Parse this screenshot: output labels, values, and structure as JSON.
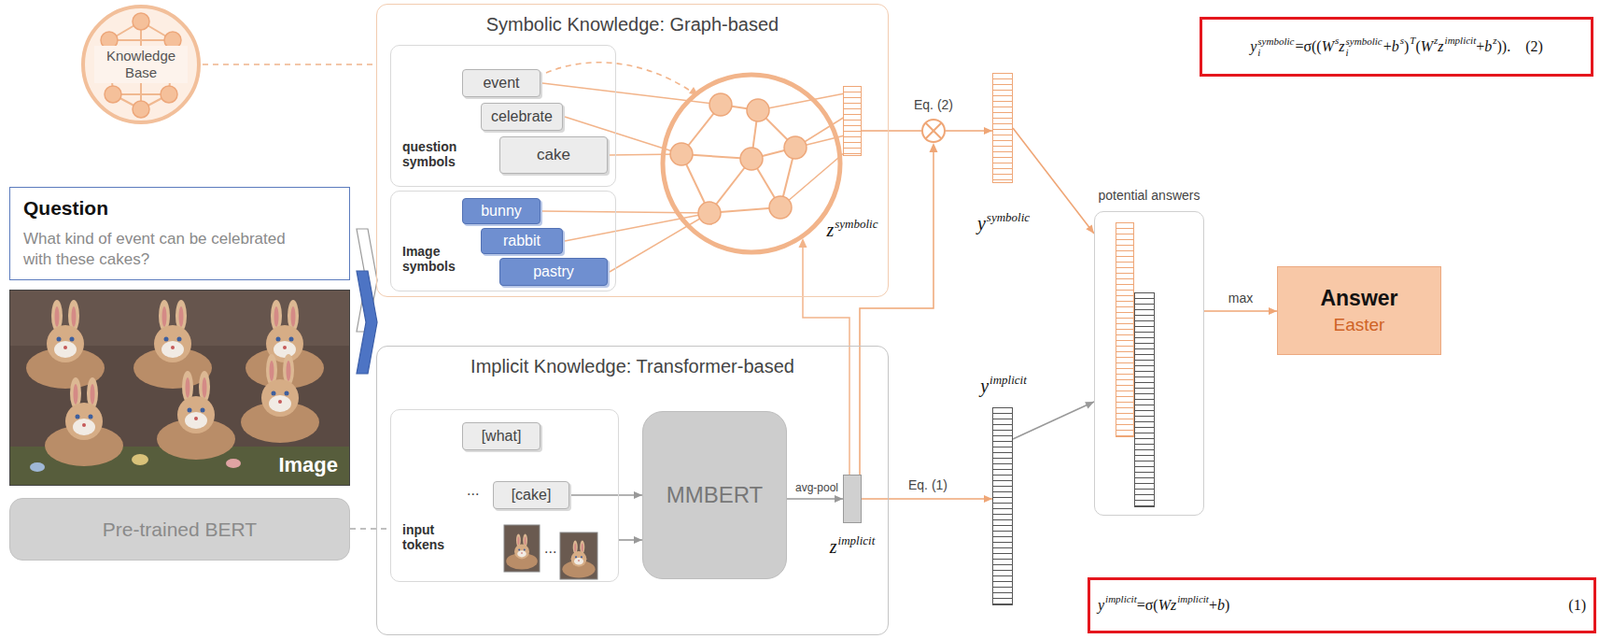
{
  "diagram": {
    "nodes": [
      {
        "text": [
          "Knowledge Base"
        ]
      },
      {
        "text": [
          "Question",
          "What kind of event can be celebrated with these cakes?"
        ]
      },
      {
        "text": [
          "Image"
        ]
      },
      {
        "text": [
          "Pre-trained BERT"
        ]
      },
      {
        "text": [
          "Symbolic Knowledge: Graph-based"
        ]
      },
      {
        "text": [
          "question symbols"
        ],
        "in": 4
      },
      {
        "text": [
          "event"
        ],
        "in": 5
      },
      {
        "text": [
          "celebrate"
        ],
        "in": 5
      },
      {
        "text": [
          "cake"
        ],
        "in": 5
      },
      {
        "text": [
          "Image symbols"
        ],
        "in": 4
      },
      {
        "text": [
          "bunny"
        ],
        "in": 9
      },
      {
        "text": [
          "rabbit"
        ],
        "in": 9
      },
      {
        "text": [
          "pastry"
        ],
        "in": 9
      },
      {
        "text": [
          "z",
          "symbolic"
        ],
        "in": 4
      },
      {
        "text": [
          "Implicit Knowledge: Transformer-based"
        ]
      },
      {
        "text": [
          "input tokens"
        ],
        "in": 14
      },
      {
        "text": [
          "[what]"
        ],
        "in": 15
      },
      {
        "text": [
          "[cake]"
        ],
        "in": 15
      },
      {
        "text": [
          "MMBERT"
        ],
        "in": 14
      },
      {
        "text": [
          "z",
          "implicit"
        ],
        "in": 14
      },
      {
        "text": [
          "y",
          "symbolic"
        ]
      },
      {
        "text": [
          "y",
          "implicit"
        ]
      },
      {
        "text": [
          "potential answers"
        ]
      },
      {
        "text": [
          "Answer",
          "Easter"
        ]
      },
      {
        "text": [
          "y",
          "symbolic",
          "i",
          "=σ((",
          "W",
          "s",
          "z",
          "symbolic",
          "i",
          "+",
          "b",
          "s",
          ")",
          "T",
          "(",
          "W",
          "z",
          "z",
          "implicit",
          "+",
          "b",
          "z",
          ")).",
          "(2)"
        ]
      },
      {
        "text": [
          "y",
          "implicit",
          "=σ(",
          "W",
          "z",
          "implicit",
          "+",
          "b",
          ")",
          "(1)"
        ]
      }
    ],
    "edges": [
      {
        "from": 0,
        "to": 4,
        "arrow": "none"
      },
      {
        "from": 3,
        "to": 15,
        "arrow": "none"
      },
      {
        "from": 17,
        "to": 18,
        "arrow": "to"
      },
      {
        "from": 15,
        "to": 18,
        "arrow": "to"
      },
      {
        "from": 18,
        "to": 19,
        "arrow": "to",
        "label": "avg-pool"
      },
      {
        "from": 19,
        "to": 21,
        "arrow": "to",
        "label": "Eq. (1)"
      },
      {
        "from": 13,
        "to": 20,
        "arrow": "to",
        "label": "Eq. (2)"
      },
      {
        "from": 20,
        "to": 22,
        "arrow": "to"
      },
      {
        "from": 21,
        "to": 22,
        "arrow": "to"
      },
      {
        "from": 22,
        "to": 23,
        "arrow": "to",
        "label": "max"
      }
    ],
    "labels": [
      "...",
      "..."
    ]
  }
}
